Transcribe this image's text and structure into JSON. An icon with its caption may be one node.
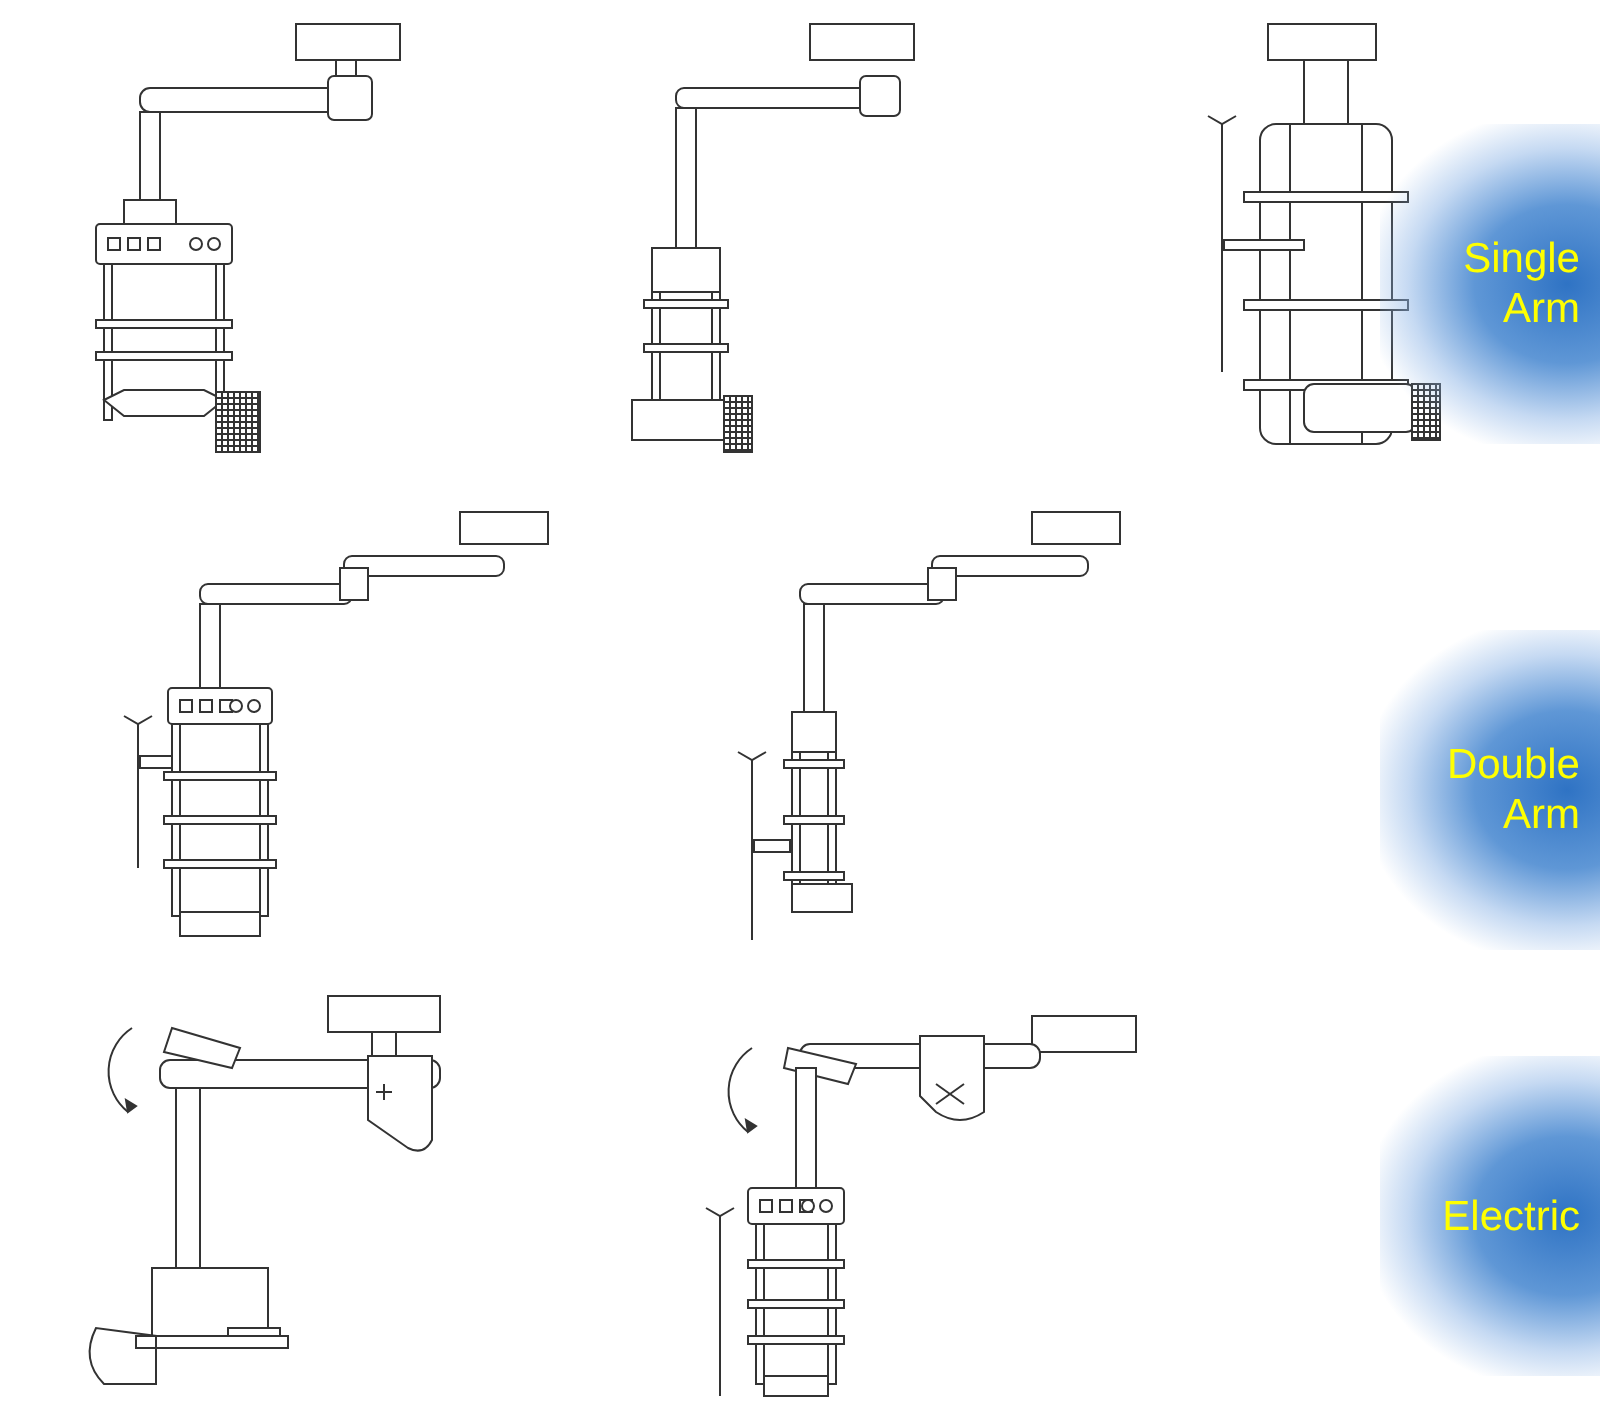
{
  "diagram": {
    "labels": [
      "Single Arm",
      "Double Arm",
      "Electric"
    ]
  }
}
